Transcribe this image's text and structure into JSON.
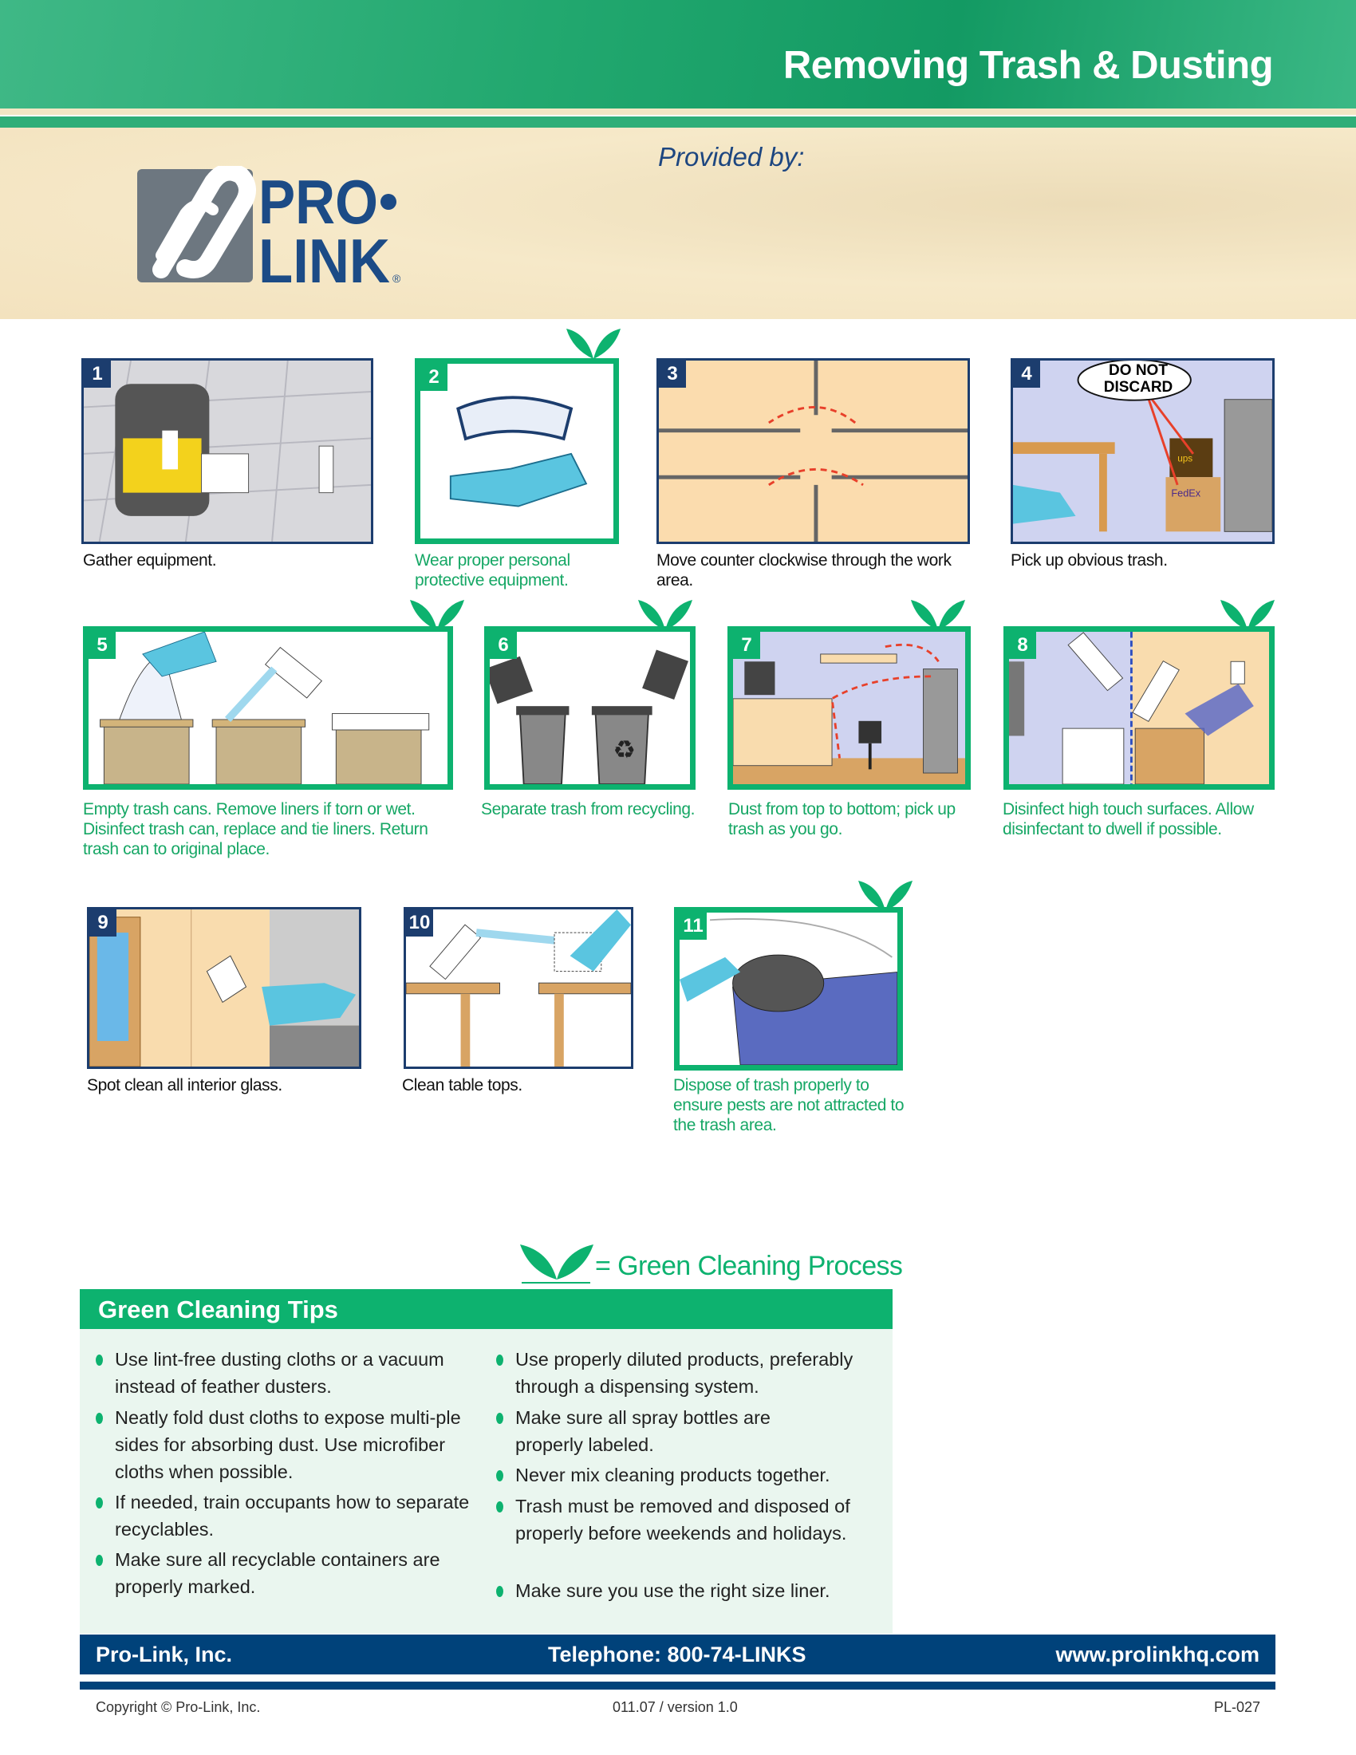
{
  "header": {
    "title": "Removing Trash & Dusting",
    "provided_by": "Provided by:",
    "logo_text": "PRO-LINK"
  },
  "colors": {
    "green": "#0db26f",
    "navy": "#1c3d6e",
    "footer_blue": "#00427a"
  },
  "steps": [
    {
      "number": "1",
      "caption": "Gather equipment.",
      "green": false
    },
    {
      "number": "2",
      "caption": "Wear proper personal protective equipment.",
      "green": true
    },
    {
      "number": "3",
      "caption": "Move counter clockwise through the work area.",
      "green": false
    },
    {
      "number": "4",
      "caption": "Pick up obvious trash.",
      "green": false,
      "sign": "DO NOT DISCARD",
      "box_labels": [
        "ups",
        "FedEx"
      ]
    },
    {
      "number": "5",
      "caption": "Empty trash cans. Remove liners if torn or wet. Disinfect trash can, replace and tie liners. Return trash can to original place.",
      "green": true
    },
    {
      "number": "6",
      "caption": "Separate trash from recycling.",
      "green": true
    },
    {
      "number": "7",
      "caption": "Dust from top to bottom; pick up trash as you go.",
      "green": true
    },
    {
      "number": "8",
      "caption": "Disinfect high touch surfaces. Allow disinfectant to dwell if possible.",
      "green": true
    },
    {
      "number": "9",
      "caption": "Spot clean all interior glass.",
      "green": false
    },
    {
      "number": "10",
      "caption": "Clean table tops.",
      "green": false
    },
    {
      "number": "11",
      "caption": "Dispose of trash properly to ensure pests are not attracted to the trash area.",
      "green": true
    }
  ],
  "legend": {
    "text": "= Green Cleaning Process"
  },
  "tips": {
    "title": "Green Cleaning Tips",
    "left": [
      "Use lint-free dusting cloths or a vacuum instead of feather dusters.",
      "Neatly fold dust cloths to expose multi-ple sides for absorbing dust. Use microfiber cloths when possible.",
      "If needed, train occupants how to separate recyclables.",
      "Make sure all recyclable containers are properly marked."
    ],
    "right": [
      "Use properly diluted products, preferably through a dispensing system.",
      "Make sure all spray bottles are properly labeled.",
      "Never mix cleaning products together.",
      "Trash must be removed and disposed of properly before weekends and holidays.",
      "Make sure you use the right size liner."
    ]
  },
  "footer": {
    "company": "Pro-Link, Inc.",
    "telephone": "Telephone: 800-74-LINKS",
    "website": "www.prolinkhq.com"
  },
  "bottom": {
    "copyright": "Copyright © Pro-Link, Inc.",
    "version": "011.07 / version 1.0",
    "code": "PL-027"
  }
}
